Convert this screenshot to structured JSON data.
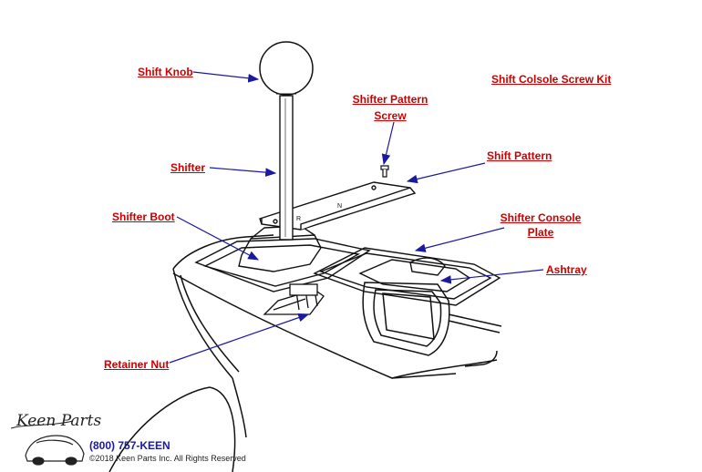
{
  "labels": {
    "shift_knob": "Shift Knob",
    "shifter": "Shifter",
    "shifter_boot": "Shifter Boot",
    "retainer_nut": "Retainer Nut",
    "shifter_pattern_screw_1": "Shifter Pattern",
    "shifter_pattern_screw_2": "Screw",
    "shift_pattern": "Shift Pattern",
    "shifter_console_plate_1": "Shifter Console",
    "shifter_console_plate_2": "Plate",
    "ashtray": "Ashtray",
    "screw_kit": "Shift Colsole Screw Kit"
  },
  "pattern_letters": [
    "R",
    "N"
  ],
  "footer": {
    "logo": "Keen Parts",
    "phone": "(800) 757-KEEN",
    "copyright": "©2018 Keen Parts Inc. All Rights Reserved"
  },
  "colors": {
    "label": "#cc0000",
    "arrow": "#1a1aa0",
    "line": "#111111"
  }
}
